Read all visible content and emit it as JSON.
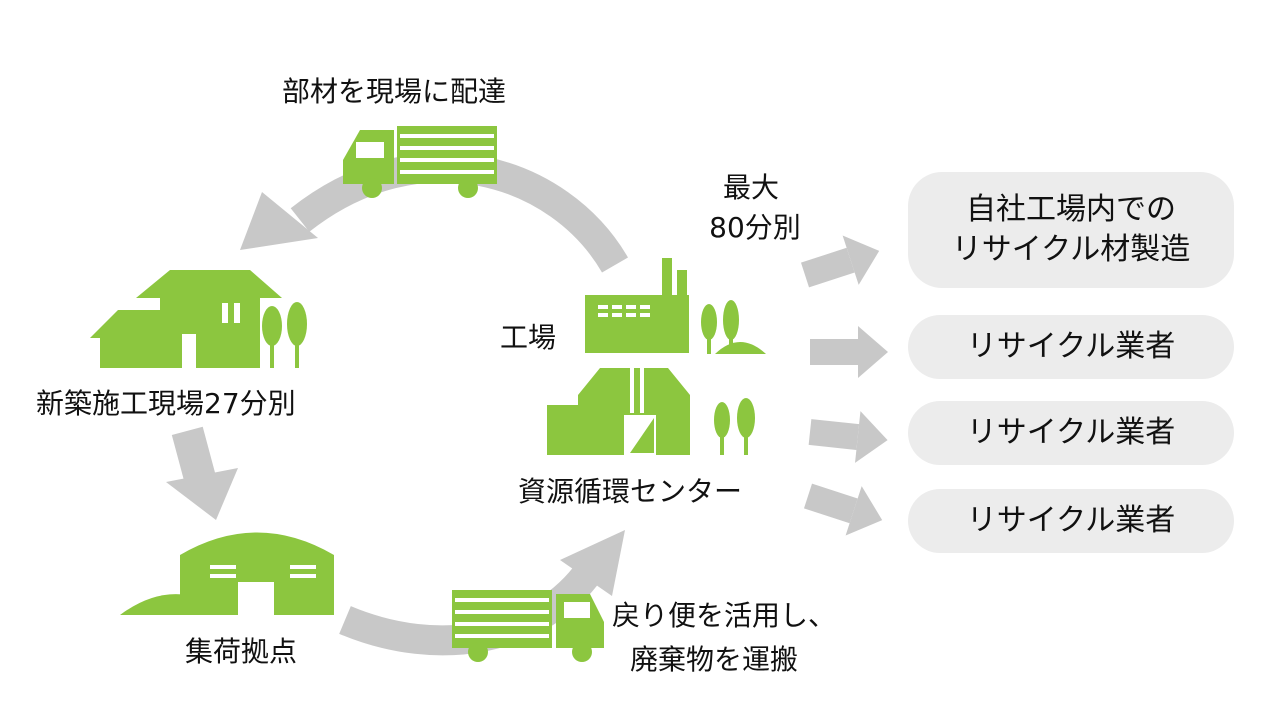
{
  "labels": {
    "delivery": "部材を現場に配達",
    "construction_site": "新築施工現場27分別",
    "collection_point": "集荷拠点",
    "factory": "工場",
    "recycling_center": "資源循環センター",
    "return_trip_line1": "戻り便を活用し、",
    "return_trip_line2": "廃棄物を運搬",
    "sorting_line1": "最大",
    "sorting_line2": "80分別"
  },
  "destinations": [
    {
      "line1": "自社工場内での",
      "line2": "リサイクル材製造"
    },
    {
      "line1": "リサイクル業者"
    },
    {
      "line1": "リサイクル業者"
    },
    {
      "line1": "リサイクル業者"
    }
  ],
  "colors": {
    "green": "#8cc63f",
    "arrow_gray": "#c8c8c8",
    "pill_bg": "#ececec"
  }
}
